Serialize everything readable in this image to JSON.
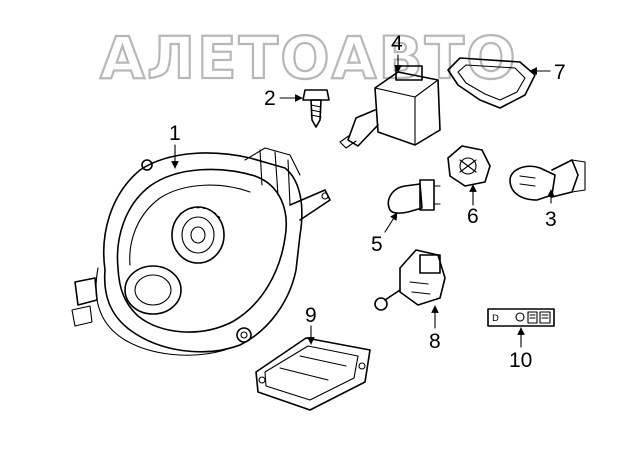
{
  "watermark": {
    "text": "АЛЕТОАВТО"
  },
  "callouts": [
    {
      "id": "1",
      "label": "1"
    },
    {
      "id": "2",
      "label": "2"
    },
    {
      "id": "3",
      "label": "3"
    },
    {
      "id": "4",
      "label": "4"
    },
    {
      "id": "5",
      "label": "5"
    },
    {
      "id": "6",
      "label": "6"
    },
    {
      "id": "7",
      "label": "7"
    },
    {
      "id": "8",
      "label": "8"
    },
    {
      "id": "9",
      "label": "9"
    },
    {
      "id": "10",
      "label": "10"
    }
  ],
  "label_sticker": {
    "text": "D"
  },
  "colors": {
    "line": "#000000",
    "watermark": "#b8b8b8",
    "background": "#ffffff"
  }
}
